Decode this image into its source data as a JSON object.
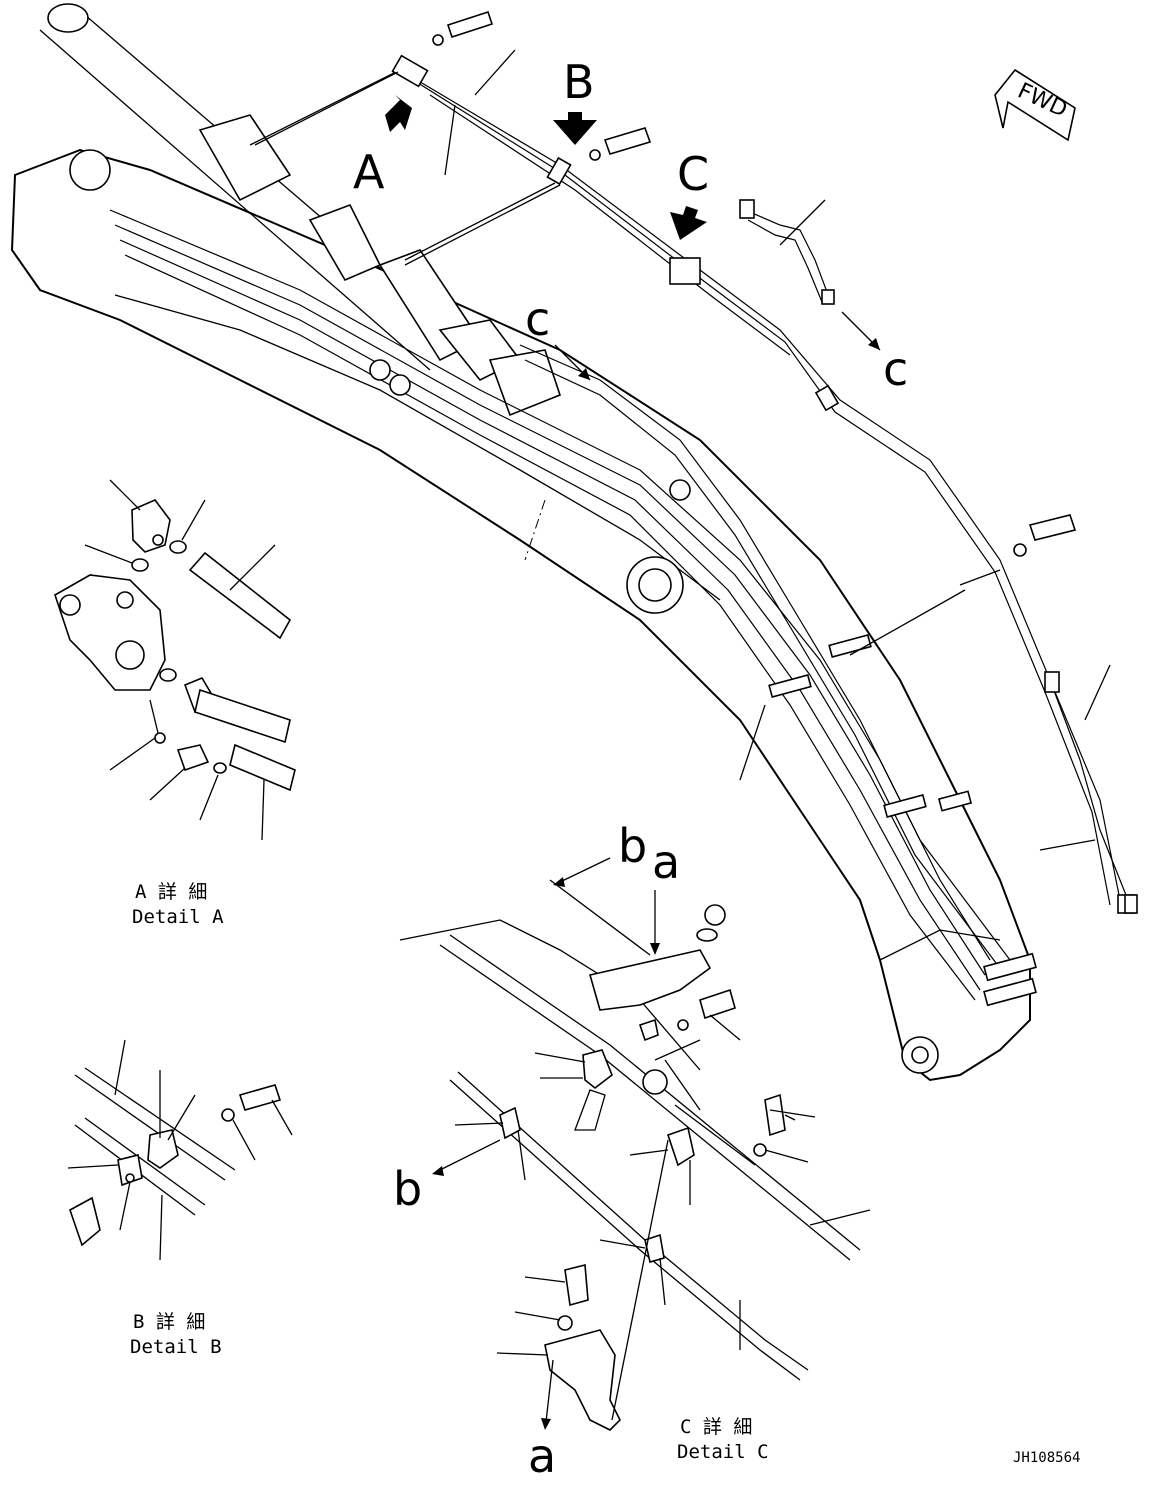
{
  "diagram": {
    "view_labels": [
      "A",
      "B",
      "C"
    ],
    "connector_labels": [
      "a",
      "b",
      "c"
    ],
    "fwd_label": "FWD",
    "details": [
      {
        "jp": "A 詳 細",
        "en": "Detail A"
      },
      {
        "jp": "B 詳 細",
        "en": "Detail B"
      },
      {
        "jp": "C 詳 細",
        "en": "Detail C"
      }
    ],
    "drawing_number": "JH108564"
  }
}
